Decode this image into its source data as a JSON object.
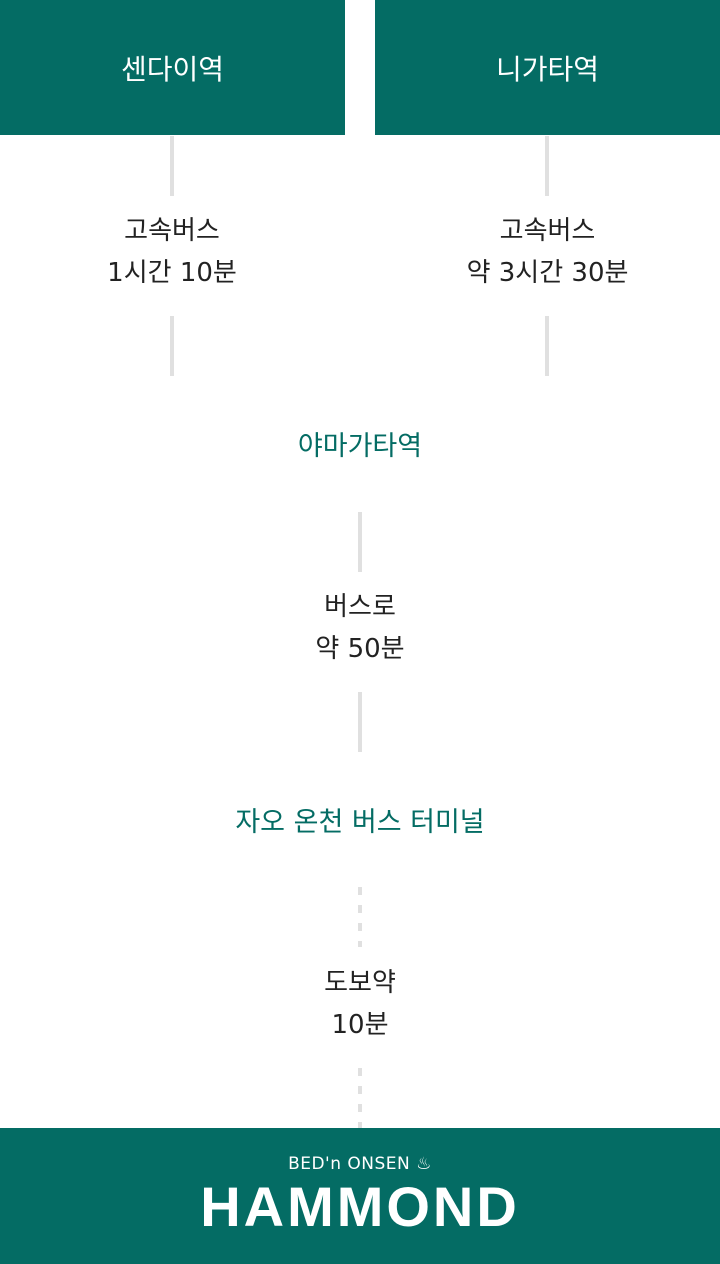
{
  "origins": [
    {
      "label": "센다이역",
      "transport": "고속버스",
      "duration": "1시간 10분"
    },
    {
      "label": "니가타역",
      "transport": "고속버스",
      "duration": "약 3시간 30분"
    }
  ],
  "stops": [
    {
      "label": "야마가타역"
    },
    {
      "label": "자오 온천 버스 터미널"
    }
  ],
  "legs": [
    {
      "transport": "버스로",
      "duration": "약 50분"
    },
    {
      "transport": "도보약",
      "duration": "10분"
    }
  ],
  "footer": {
    "brand_top": "BED'n ONSEN",
    "brand_icon": "hot-spring-icon",
    "brand_main": "HAMMOND"
  },
  "colors": {
    "accent": "#046c64",
    "line": "#e0e0e0",
    "text": "#222222"
  }
}
